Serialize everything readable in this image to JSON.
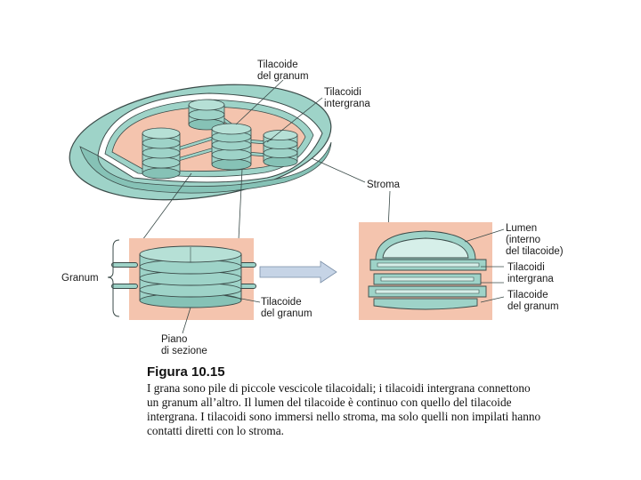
{
  "labels": {
    "tilacoide_granum_top": [
      "Tilacoide",
      "del granum"
    ],
    "tilacoidi_intergrana_top": [
      "Tilacoidi",
      "intergrana"
    ],
    "stroma": "Stroma",
    "granum": "Granum",
    "tilacoide_granum_left": [
      "Tilacoide",
      "del granum"
    ],
    "piano_sezione": [
      "Piano",
      "di sezione"
    ],
    "lumen": [
      "Lumen",
      "(interno",
      "del tilacoide)"
    ],
    "tilacoidi_intergrana_right": [
      "Tilacoidi",
      "intergrana"
    ],
    "tilacoide_granum_right": [
      "Tilacoide",
      "del granum"
    ]
  },
  "caption": {
    "title": "Figura 10.15",
    "lines": [
      "I grana sono pile di piccole vescicole tilacoidali; i tilacoidi intergrana connettono",
      "un granum all’altro. Il lumen del tilacoide è continuo con quello del tilacoide",
      "intergrana. I tilacoidi sono immersi nello stroma, ma solo quelli non impilati hanno",
      "contatti diretti con lo stroma."
    ]
  },
  "colors": {
    "membrane_teal": "#9ed3c8",
    "membrane_dark": "#5a9a8e",
    "stroma_pink": "#f4c4ae",
    "outline": "#3a4a48"
  }
}
